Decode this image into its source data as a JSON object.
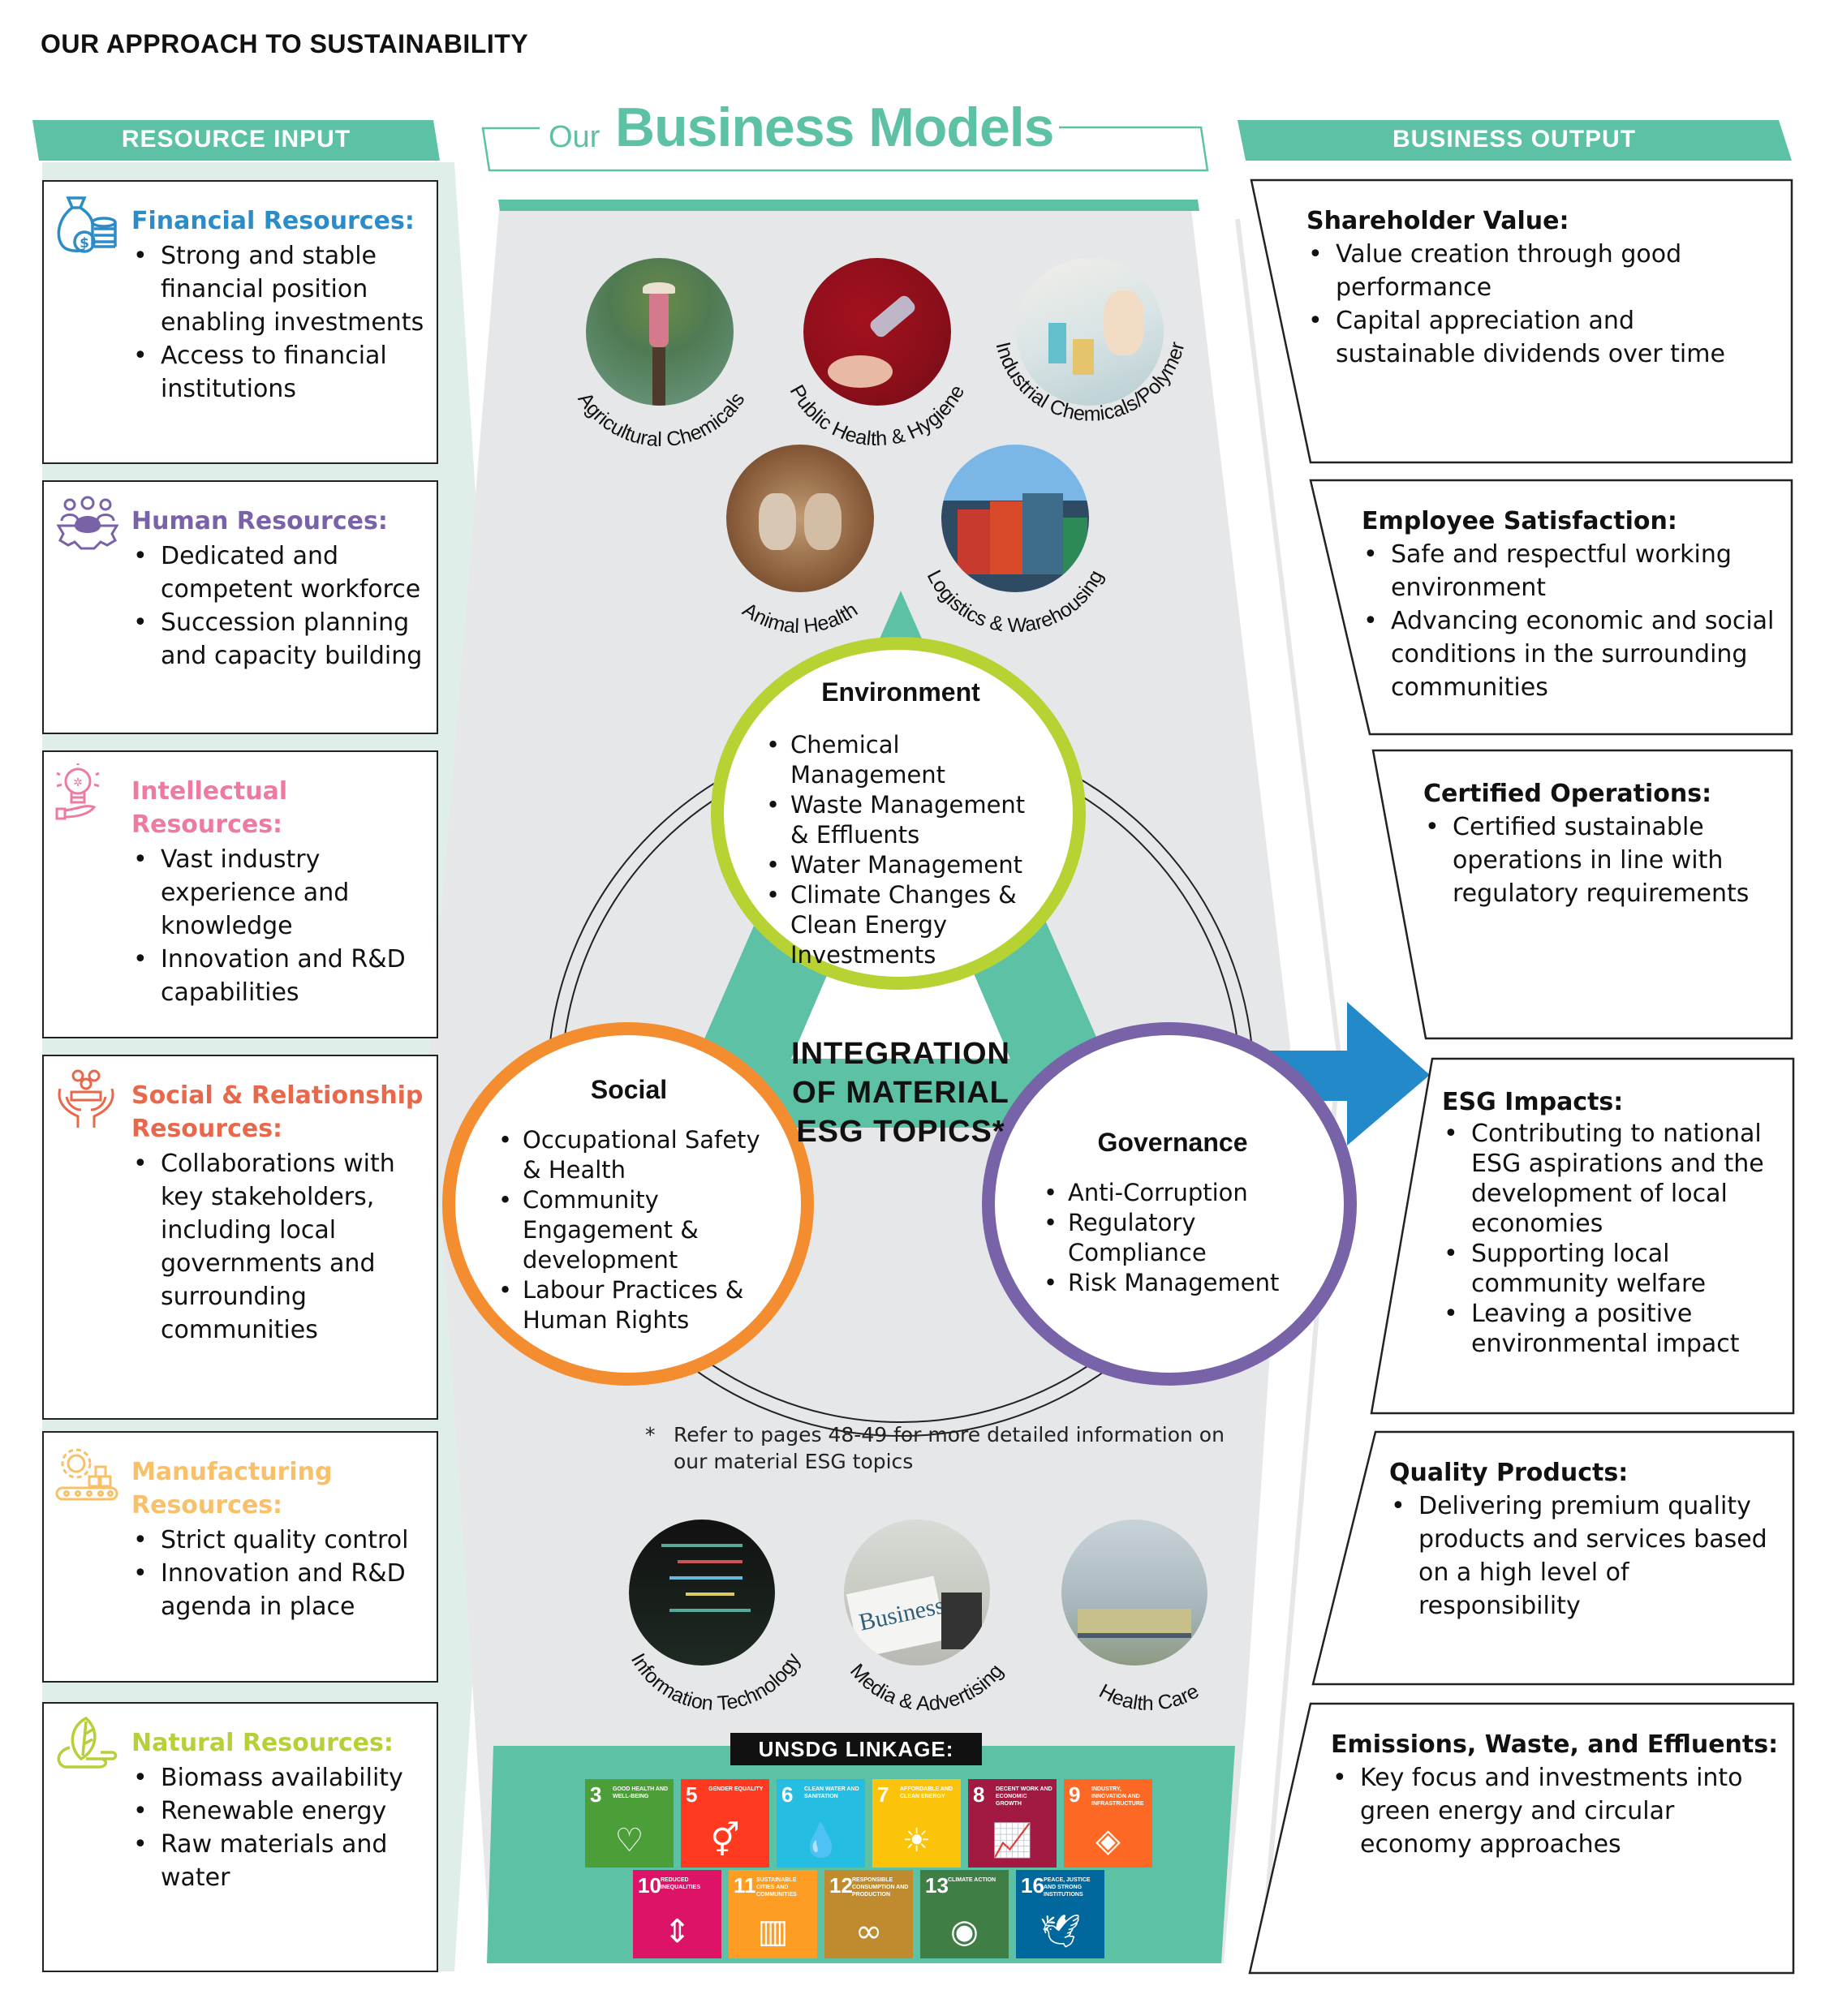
{
  "page": {
    "title": "OUR APPROACH TO SUSTAINABILITY"
  },
  "colors": {
    "teal": "#5cc1a5",
    "financial": "#2b8cc8",
    "human": "#7a62a8",
    "intellectual": "#ec7aa2",
    "social": "#e9684b",
    "manufacturing": "#f8c069",
    "natural": "#b8cf38",
    "environment_ring": "#b6d233",
    "social_ring": "#f48c30",
    "governance_ring": "#7862a8",
    "arrow_blue": "#2389c9"
  },
  "resource_input": {
    "banner": "RESOURCE INPUT",
    "items": [
      {
        "title": "Financial Resources:",
        "icon": "money-bag-coins-icon",
        "bullets": [
          "Strong and stable financial position enabling investments",
          "Access to financial institutions"
        ]
      },
      {
        "title": "Human Resources:",
        "icon": "people-gear-icon",
        "bullets": [
          "Dedicated and competent workforce",
          "Succession planning and capacity building"
        ]
      },
      {
        "title": "Intellectual Resources:",
        "icon": "lightbulb-hand-icon",
        "bullets": [
          "Vast industry experience and knowledge",
          "Innovation and R&D capabilities"
        ]
      },
      {
        "title": "Social & Relationship Resources:",
        "icon": "hands-community-icon",
        "bullets": [
          "Collaborations with key stakeholders, including local governments and surrounding communities"
        ]
      },
      {
        "title": "Manufacturing Resources:",
        "icon": "gear-conveyor-icon",
        "bullets": [
          "Strict quality control",
          "Innovation and R&D agenda in place"
        ]
      },
      {
        "title": "Natural Resources:",
        "icon": "leaf-hand-icon",
        "bullets": [
          "Biomass availability",
          "Renewable energy",
          "Raw materials and water"
        ]
      }
    ]
  },
  "business_models": {
    "header_prefix": "Our",
    "header_title": "Business Models",
    "top_segments": [
      {
        "label": "Agricultural Chemicals",
        "icon": "farmer-field-photo"
      },
      {
        "label": "Public Health & Hygiene",
        "icon": "hand-sanitizer-photo"
      },
      {
        "label": "Industrial Chemicals/Polymer",
        "icon": "laboratory-photo"
      },
      {
        "label": "Animal Health",
        "icon": "cattle-photo"
      },
      {
        "label": "Logistics & Warehousing",
        "icon": "shipping-containers-photo"
      }
    ],
    "bottom_segments": [
      {
        "label": "Information Technology",
        "icon": "code-screen-photo"
      },
      {
        "label": "Media & Advertising",
        "icon": "newspaper-photo"
      },
      {
        "label": "Health Care",
        "icon": "hospital-ward-photo"
      }
    ],
    "center_title": [
      "INTEGRATION",
      "OF MATERIAL",
      "ESG TOPICS*"
    ],
    "esg": {
      "environment": {
        "title": "Environment",
        "bullets": [
          "Chemical Management",
          "Waste Management & Effluents",
          "Water Management",
          "Climate Changes & Clean Energy Investments"
        ]
      },
      "social": {
        "title": "Social",
        "bullets": [
          "Occupational Safety & Health",
          "Community Engagement & development",
          "Labour Practices & Human Rights"
        ]
      },
      "governance": {
        "title": "Governance",
        "bullets": [
          "Anti-Corruption",
          "Regulatory Compliance",
          "Risk Management"
        ]
      }
    },
    "footnote_marker": "*",
    "footnote": "Refer to pages 48-49 for more detailed information on our material ESG topics"
  },
  "unsdg": {
    "label": "UNSDG LINKAGE:",
    "goals": [
      {
        "number": "3",
        "caption": "Good health and well-being",
        "color": "#4c9f38",
        "glyph": "♡"
      },
      {
        "number": "5",
        "caption": "Gender equality",
        "color": "#ff3a21",
        "glyph": "⚥"
      },
      {
        "number": "6",
        "caption": "Clean water and sanitation",
        "color": "#26bde2",
        "glyph": "💧"
      },
      {
        "number": "7",
        "caption": "Affordable and clean energy",
        "color": "#fcc30b",
        "glyph": "☀"
      },
      {
        "number": "8",
        "caption": "Decent work and economic growth",
        "color": "#a21942",
        "glyph": "📈"
      },
      {
        "number": "9",
        "caption": "Industry, innovation and infrastructure",
        "color": "#fd6925",
        "glyph": "◈"
      },
      {
        "number": "10",
        "caption": "Reduced inequalities",
        "color": "#dd1367",
        "glyph": "⇕"
      },
      {
        "number": "11",
        "caption": "Sustainable cities and communities",
        "color": "#fd9d24",
        "glyph": "▥"
      },
      {
        "number": "12",
        "caption": "Responsible consumption and production",
        "color": "#bf8b2e",
        "glyph": "∞"
      },
      {
        "number": "13",
        "caption": "Climate action",
        "color": "#3f7e44",
        "glyph": "◉"
      },
      {
        "number": "16",
        "caption": "Peace, justice and strong institutions",
        "color": "#00689d",
        "glyph": "🕊"
      }
    ]
  },
  "business_output": {
    "banner": "BUSINESS OUTPUT",
    "items": [
      {
        "title": "Shareholder Value:",
        "bullets": [
          "Value creation through good performance",
          "Capital appreciation and sustainable dividends over time"
        ]
      },
      {
        "title": "Employee Satisfaction:",
        "bullets": [
          "Safe and respectful working environment",
          "Advancing economic and social conditions in the surrounding communities"
        ]
      },
      {
        "title": "Certified Operations:",
        "bullets": [
          "Certified sustainable operations in line with regulatory requirements"
        ]
      },
      {
        "title": "ESG Impacts:",
        "bullets": [
          "Contributing to national ESG aspirations and the development of local economies",
          "Supporting local community welfare",
          "Leaving a positive environmental impact"
        ]
      },
      {
        "title": "Quality Products:",
        "bullets": [
          "Delivering premium quality products and services based on a high level of responsibility"
        ]
      },
      {
        "title": "Emissions, Waste, and Effluents:",
        "bullets": [
          "Key focus and investments into green energy and circular economy approaches"
        ]
      }
    ]
  }
}
